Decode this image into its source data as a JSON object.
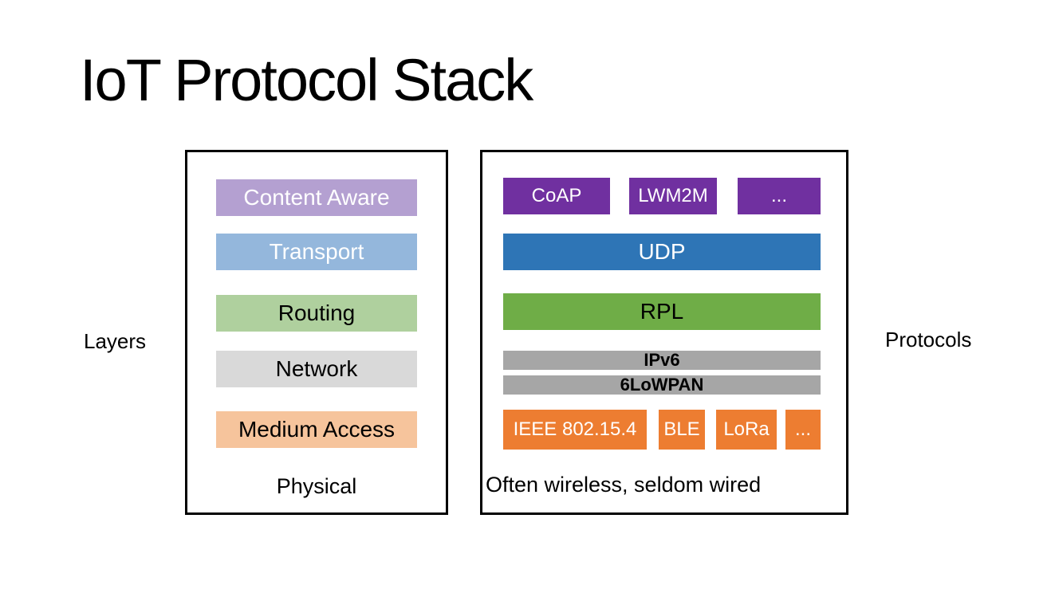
{
  "title": "IoT Protocol Stack",
  "side_labels": {
    "left": "Layers",
    "right": "Protocols"
  },
  "layers_box": {
    "bars": [
      {
        "label": "Content Aware",
        "bg": "#b4a0d1",
        "fg": "#ffffff"
      },
      {
        "label": "Transport",
        "bg": "#94b7dc",
        "fg": "#ffffff"
      },
      {
        "label": "Routing",
        "bg": "#afd09e",
        "fg": "#000000"
      },
      {
        "label": "Network",
        "bg": "#d9d9d9",
        "fg": "#000000"
      },
      {
        "label": "Medium Access",
        "bg": "#f6c49c",
        "fg": "#000000"
      }
    ],
    "footer": "Physical"
  },
  "protocols_box": {
    "application_row": [
      {
        "label": "CoAP",
        "bg": "#7030a0",
        "fg": "#ffffff"
      },
      {
        "label": "LWM2M",
        "bg": "#7030a0",
        "fg": "#ffffff"
      },
      {
        "label": "...",
        "bg": "#7030a0",
        "fg": "#ffffff"
      }
    ],
    "transport_bar": {
      "label": "UDP",
      "bg": "#2e75b6",
      "fg": "#ffffff"
    },
    "routing_bar": {
      "label": "RPL",
      "bg": "#6fad47",
      "fg": "#000000"
    },
    "network_bars": [
      {
        "label": "IPv6",
        "bg": "#a6a6a6",
        "fg": "#000000"
      },
      {
        "label": "6LoWPAN",
        "bg": "#a6a6a6",
        "fg": "#000000"
      }
    ],
    "physical_row": [
      {
        "label": "IEEE 802.15.4",
        "bg": "#ed7d31",
        "fg": "#ffffff"
      },
      {
        "label": "BLE",
        "bg": "#ed7d31",
        "fg": "#ffffff"
      },
      {
        "label": "LoRa",
        "bg": "#ed7d31",
        "fg": "#ffffff"
      },
      {
        "label": "...",
        "bg": "#ed7d31",
        "fg": "#ffffff"
      }
    ],
    "footer": "Often wireless, seldom wired"
  }
}
